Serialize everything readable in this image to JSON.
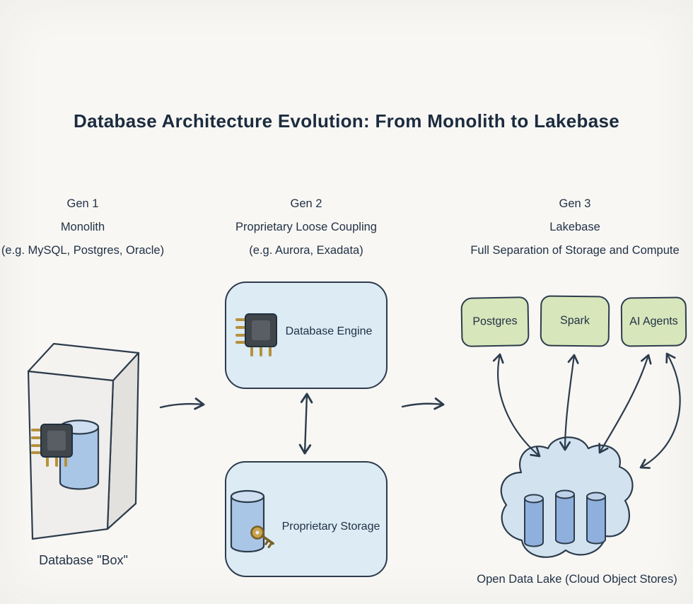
{
  "title": "Database Architecture Evolution: From Monolith to Lakebase",
  "columns": {
    "gen1": {
      "label": "Gen 1",
      "name": "Monolith",
      "examples": "(e.g. MySQL, Postgres, Oracle)",
      "caption": "Database \"Box\""
    },
    "gen2": {
      "label": "Gen 2",
      "name": "Proprietary Loose Coupling",
      "examples": "(e.g. Aurora, Exadata)",
      "engine_box": "Database Engine",
      "storage_box": "Proprietary Storage"
    },
    "gen3": {
      "label": "Gen 3",
      "name": "Lakebase",
      "examples": "Full Separation of Storage and Compute",
      "compute_boxes": [
        "Postgres",
        "Spark",
        "AI Agents"
      ],
      "caption": "Open Data Lake (Cloud Object Stores)"
    }
  },
  "colors": {
    "background": "#f8f7f4",
    "ink": "#1f2f42",
    "blue_box_fill": "#dcebf4",
    "green_box_fill": "#d8e6bb",
    "cylinder_fill": "#a9c6e6",
    "cylinder_top_fill": "#cfdff1",
    "cloud_fill": "#d2e2ef",
    "chip_body": "#41464b",
    "pin_gold": "#b5913c"
  },
  "icons": {
    "gen1_compute": "cpu-chip-icon",
    "gen1_storage": "database-cylinder-icon",
    "gen2_compute": "cpu-chip-icon",
    "gen2_storage": "database-cylinder-icon",
    "gen2_lock": "key-icon",
    "gen3_lake": "cloud-icon",
    "gen3_storage": "database-cylinder-icon"
  }
}
